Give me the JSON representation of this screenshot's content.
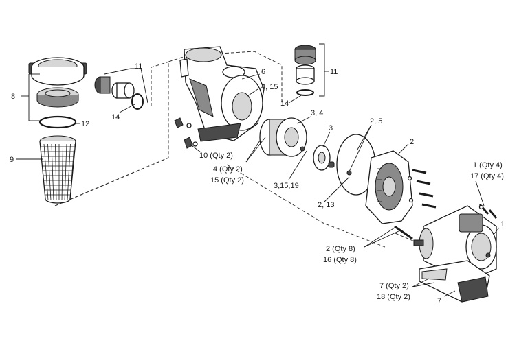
{
  "labels": {
    "l1": "1",
    "l1qty": "1 (Qty 4)",
    "l17qty": "17 (Qty 4)",
    "l2": "2",
    "l2qty": "2 (Qty 8)",
    "l16qty": "16 (Qty 8)",
    "l213": "2, 13",
    "l25": "2, 5",
    "l3": "3",
    "l34": "3, 4",
    "l31519": "3,15,19",
    "l4qty": "4 (Qty 2)",
    "l15qty": "15 (Qty 2)",
    "l415": "4, 15",
    "l6": "6",
    "l7": "7",
    "l7qty": "7 (Qty 2)",
    "l18qty": "18 (Qty 2)",
    "l8": "8",
    "l9": "9",
    "l10qty": "10 (Qty 2)",
    "l11a": "11",
    "l11b": "11",
    "l12": "12",
    "l14a": "14",
    "l14b": "14"
  }
}
